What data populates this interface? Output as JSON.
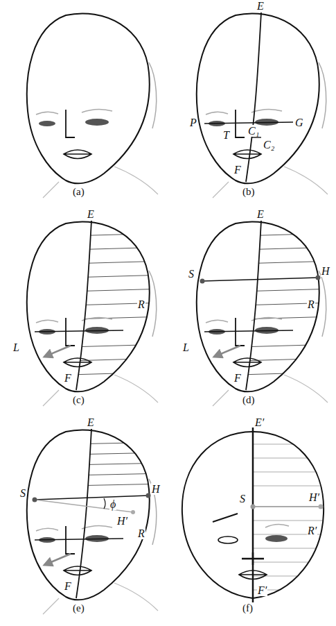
{
  "diagram": {
    "labels": [
      "(a)",
      "E",
      "P",
      "C₁",
      "G",
      "T",
      "C₂",
      "F",
      "(b)",
      "E",
      "R",
      "L",
      "F",
      "(c)",
      "E",
      "S",
      "H",
      "R",
      "L",
      "F",
      "(d)",
      "E",
      "S",
      "ϕ",
      "H",
      "H′",
      "R",
      "F",
      "(e)",
      "E′",
      "S",
      "H′",
      "R′",
      "F′",
      "(f)"
    ]
  }
}
